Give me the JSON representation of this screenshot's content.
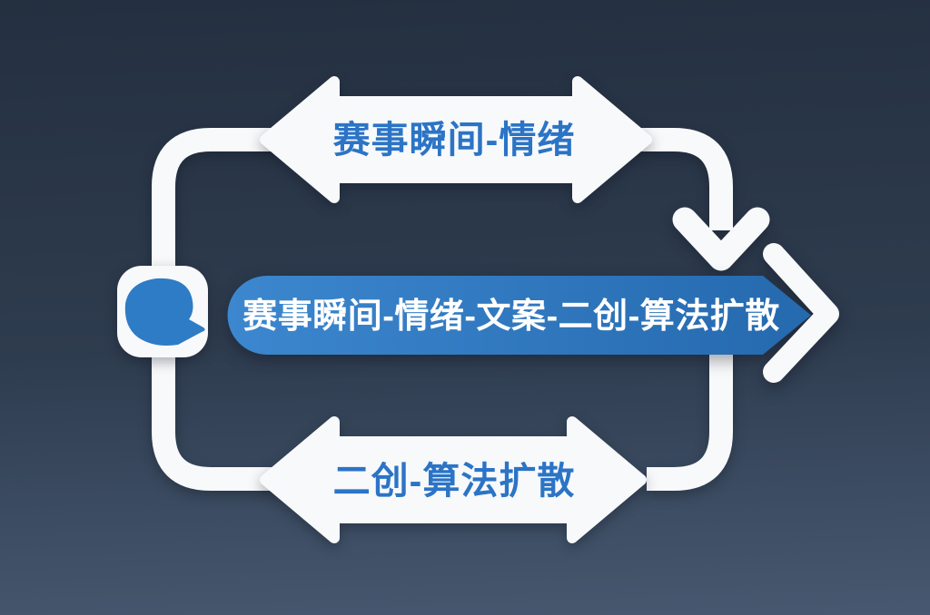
{
  "labels": {
    "top_arrow": "赛事瞬间-情绪",
    "banner": "赛事瞬间-情绪-文案-二创-算法扩散",
    "bottom_arrow": "二创-算法扩散"
  },
  "icons": {
    "left_badge": "chat-bubble-icon",
    "banner_arrow": "chevron-right-icon",
    "loop_return": "arrow-down-icon",
    "top_connector": "double-headed-arrow",
    "bottom_connector": "double-headed-arrow"
  },
  "colors": {
    "background_top": "#243040",
    "background_bottom": "#475870",
    "shape_white": "#f8f9fb",
    "label_blue": "#2b74c6",
    "banner_blue_start": "#3c87cf",
    "banner_blue_end": "#2569ae",
    "bubble_blue": "#2e7cc5"
  }
}
